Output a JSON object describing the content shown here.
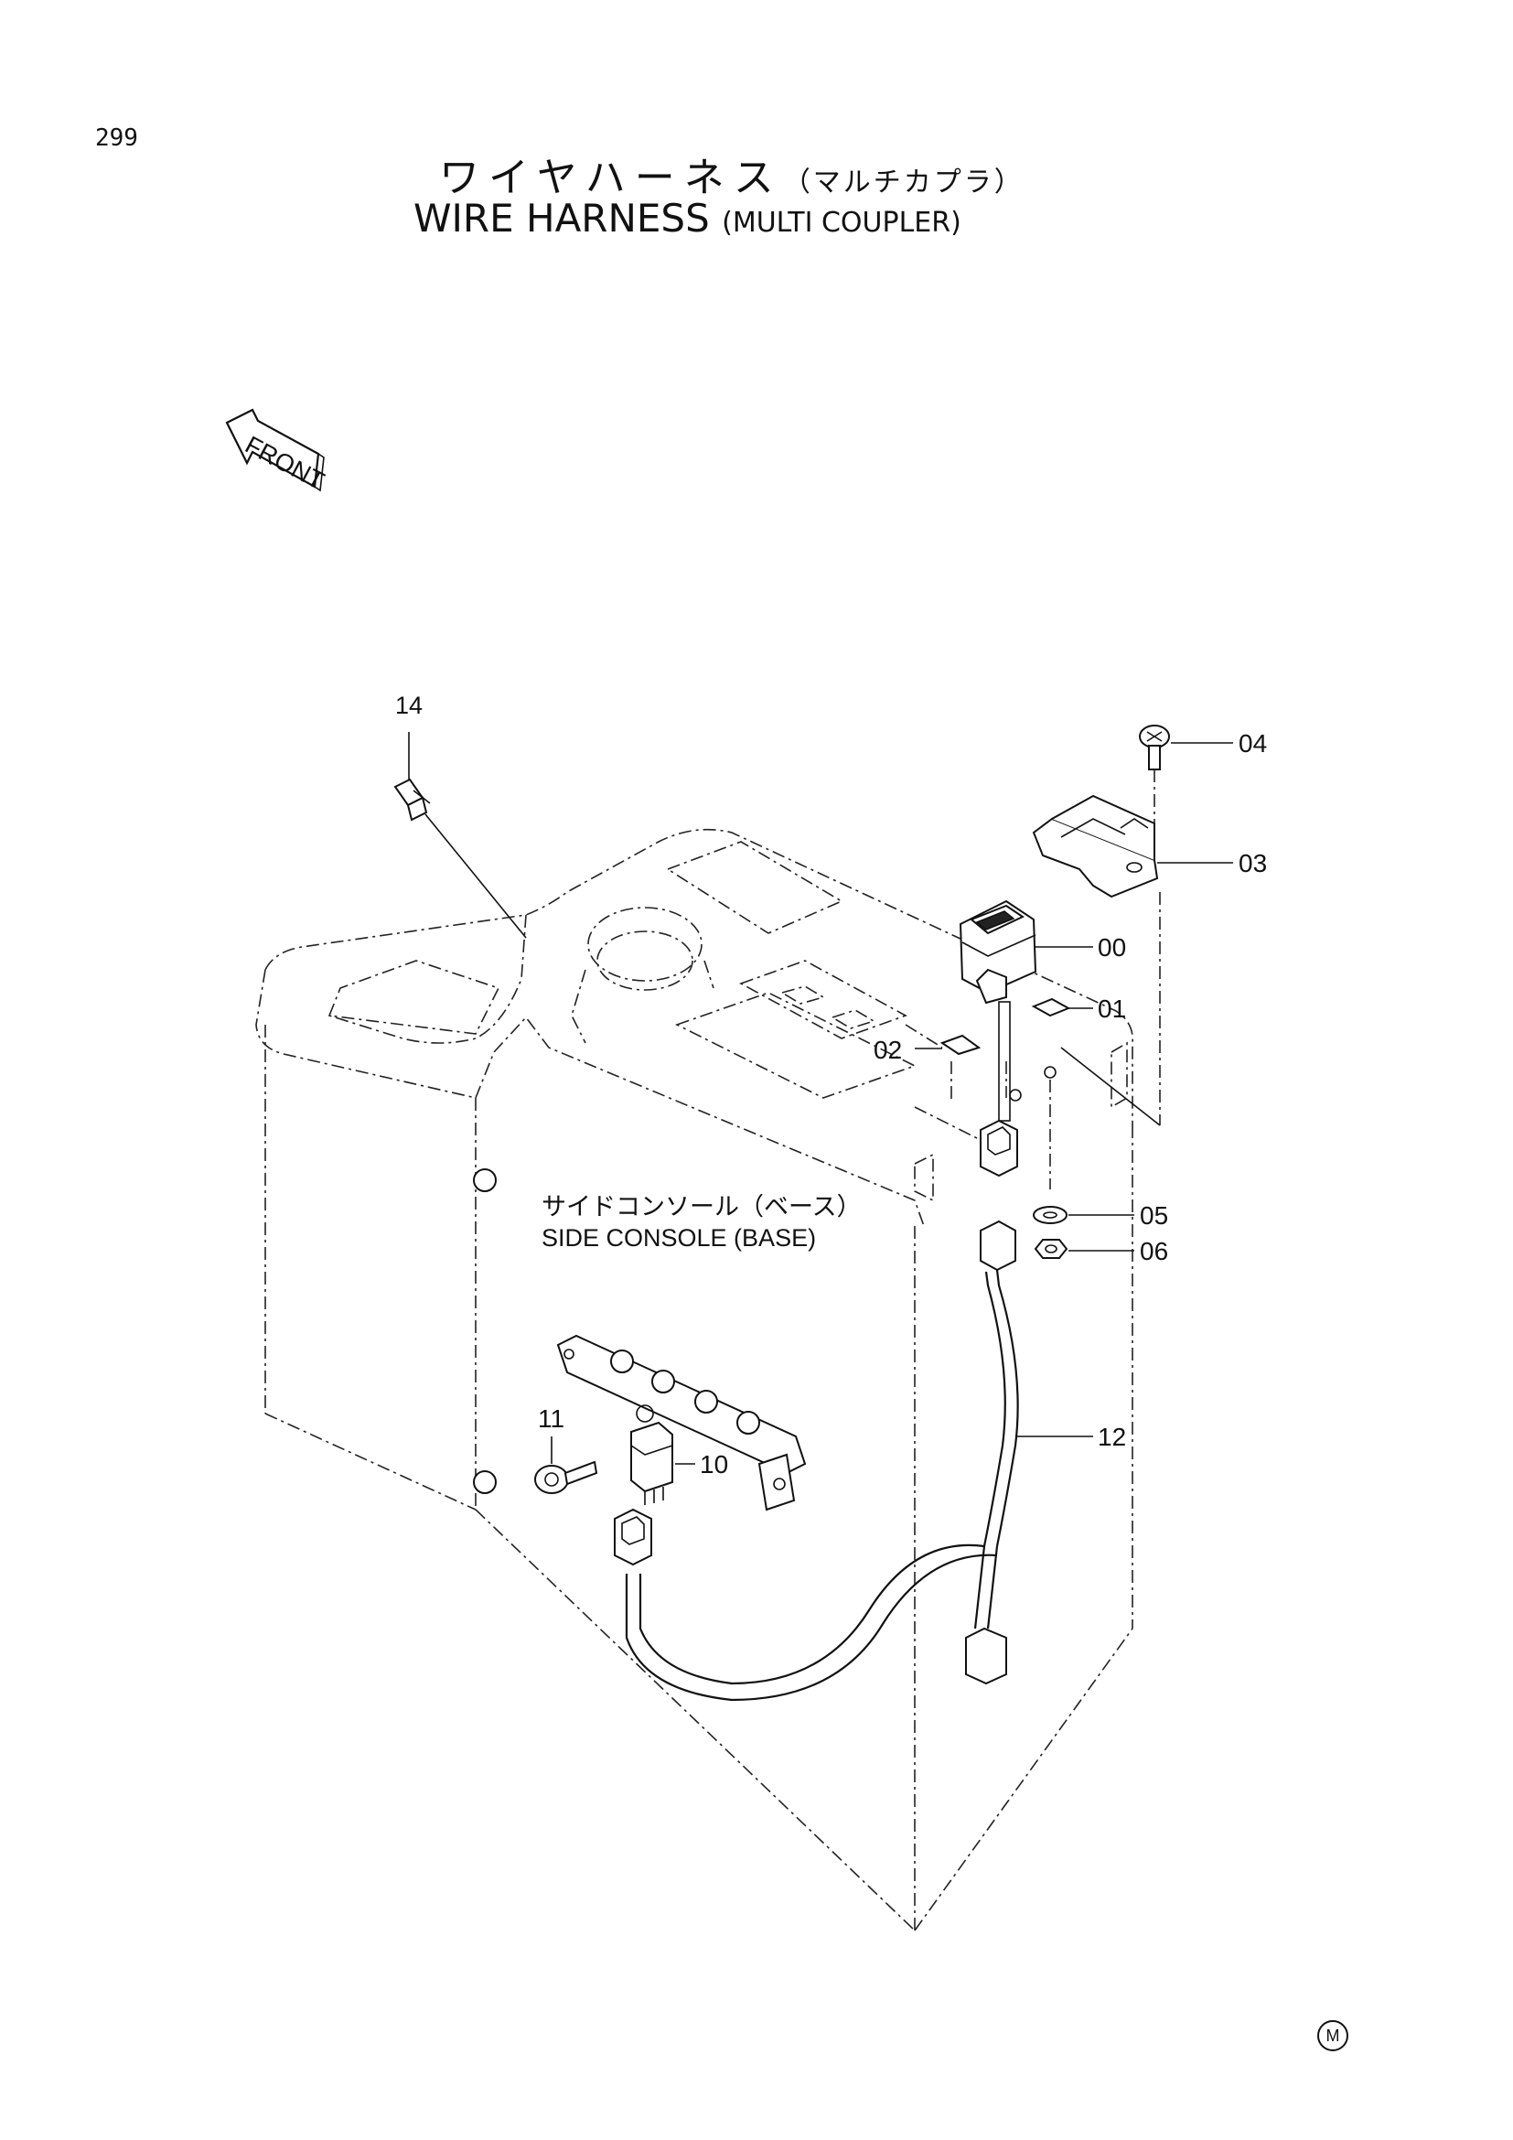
{
  "page": {
    "number": "299"
  },
  "title": {
    "ja_main": "ワイヤハーネス",
    "ja_sub": "（マルチカプラ）",
    "en_main": "WIRE HARNESS",
    "en_sub": "(MULTI COUPLER)"
  },
  "front_arrow": {
    "label": "FRONT"
  },
  "assembly_label": {
    "ja": "サイドコンソール（ベース）",
    "en": "SIDE CONSOLE (BASE)"
  },
  "parts": {
    "p00": "00",
    "p01": "01",
    "p02": "02",
    "p03": "03",
    "p04": "04",
    "p05": "05",
    "p06": "06",
    "p10": "10",
    "p11": "11",
    "p12": "12",
    "p14": "14"
  },
  "corner_mark": "M"
}
